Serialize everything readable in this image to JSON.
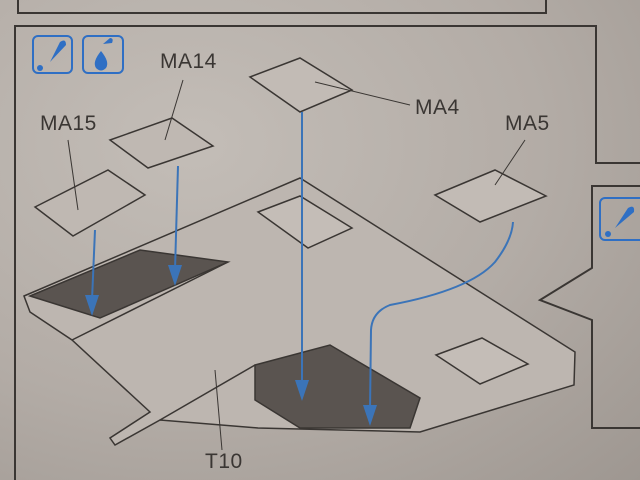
{
  "icons": [
    {
      "name": "apply-cement-icon",
      "color": "#2f6fc4"
    },
    {
      "name": "apply-glue-drop-icon",
      "color": "#2f6fc4"
    },
    {
      "name": "apply-cement-icon-partial",
      "color": "#2f6fc4"
    }
  ],
  "parts": {
    "ma14": "MA14",
    "ma15": "MA15",
    "ma4": "MA4",
    "ma5": "MA5",
    "t10": "T10"
  },
  "colors": {
    "arrow": "#3b74b8",
    "line": "#3a3633",
    "paper": "#b9b2ac"
  }
}
